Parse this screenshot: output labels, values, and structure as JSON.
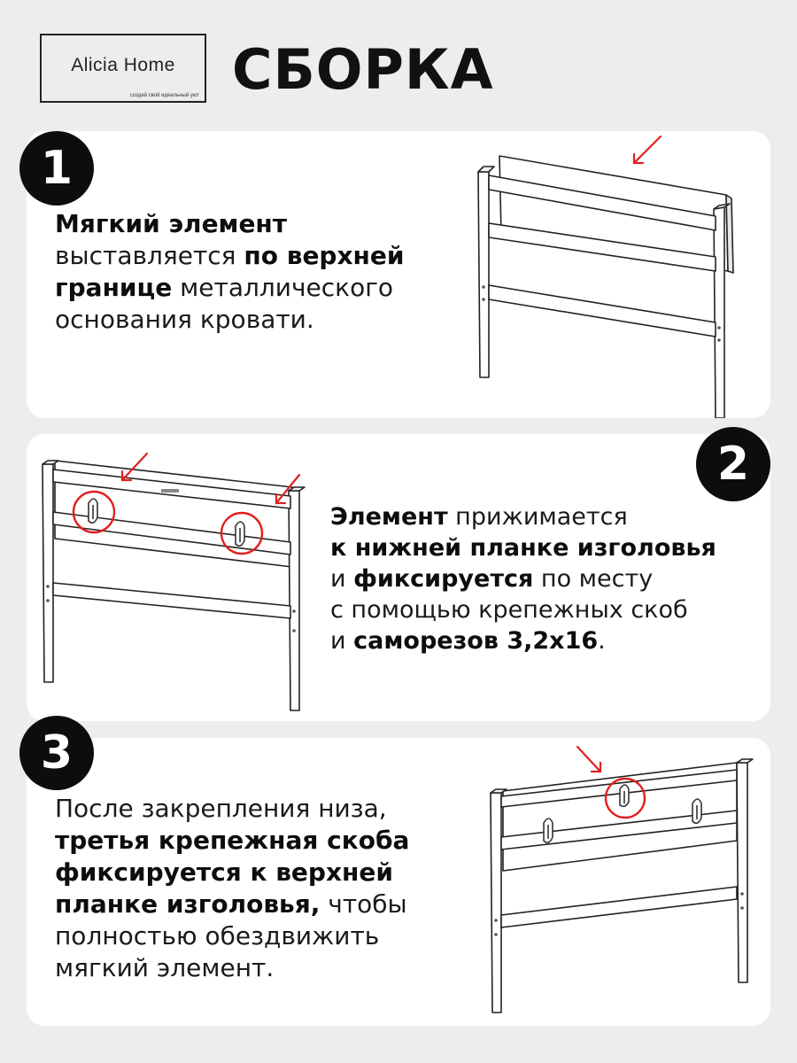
{
  "logo": {
    "name": "Alicia Home",
    "tagline": "создай свой идеальный уют"
  },
  "title": "СБОРКА",
  "steps": [
    {
      "number": "1",
      "lines": [
        [
          {
            "t": "Мягкий элемент",
            "b": true
          }
        ],
        [
          {
            "t": "выставляется ",
            "b": false
          },
          {
            "t": "по верхней",
            "b": true
          }
        ],
        [
          {
            "t": "границе",
            "b": true
          },
          {
            "t": " металлического",
            "b": false
          }
        ],
        [
          {
            "t": "основания кровати.",
            "b": false
          }
        ]
      ]
    },
    {
      "number": "2",
      "lines": [
        [
          {
            "t": "Элемент",
            "b": true
          },
          {
            "t": " прижимается",
            "b": false
          }
        ],
        [
          {
            "t": "к нижней планке изголовья",
            "b": true
          }
        ],
        [
          {
            "t": "и ",
            "b": false
          },
          {
            "t": "фиксируется",
            "b": true
          },
          {
            "t": " по месту",
            "b": false
          }
        ],
        [
          {
            "t": "с помощью крепежных скоб",
            "b": false
          }
        ],
        [
          {
            "t": "и ",
            "b": false
          },
          {
            "t": "саморезов 3,2х16",
            "b": true
          },
          {
            "t": ".",
            "b": false
          }
        ]
      ]
    },
    {
      "number": "3",
      "lines": [
        [
          {
            "t": "После закрепления низа,",
            "b": false
          }
        ],
        [
          {
            "t": "третья крепежная скоба",
            "b": true
          }
        ],
        [
          {
            "t": "фиксируется к верхней",
            "b": true
          }
        ],
        [
          {
            "t": "планке изголовья,",
            "b": true
          },
          {
            "t": " чтобы",
            "b": false
          }
        ],
        [
          {
            "t": "полностью обездвижить",
            "b": false
          }
        ],
        [
          {
            "t": "мягкий элемент.",
            "b": false
          }
        ]
      ]
    }
  ],
  "colors": {
    "accent": "#e02020",
    "dark": "#0d0d0d",
    "background": "#ededed",
    "card": "#ffffff"
  }
}
